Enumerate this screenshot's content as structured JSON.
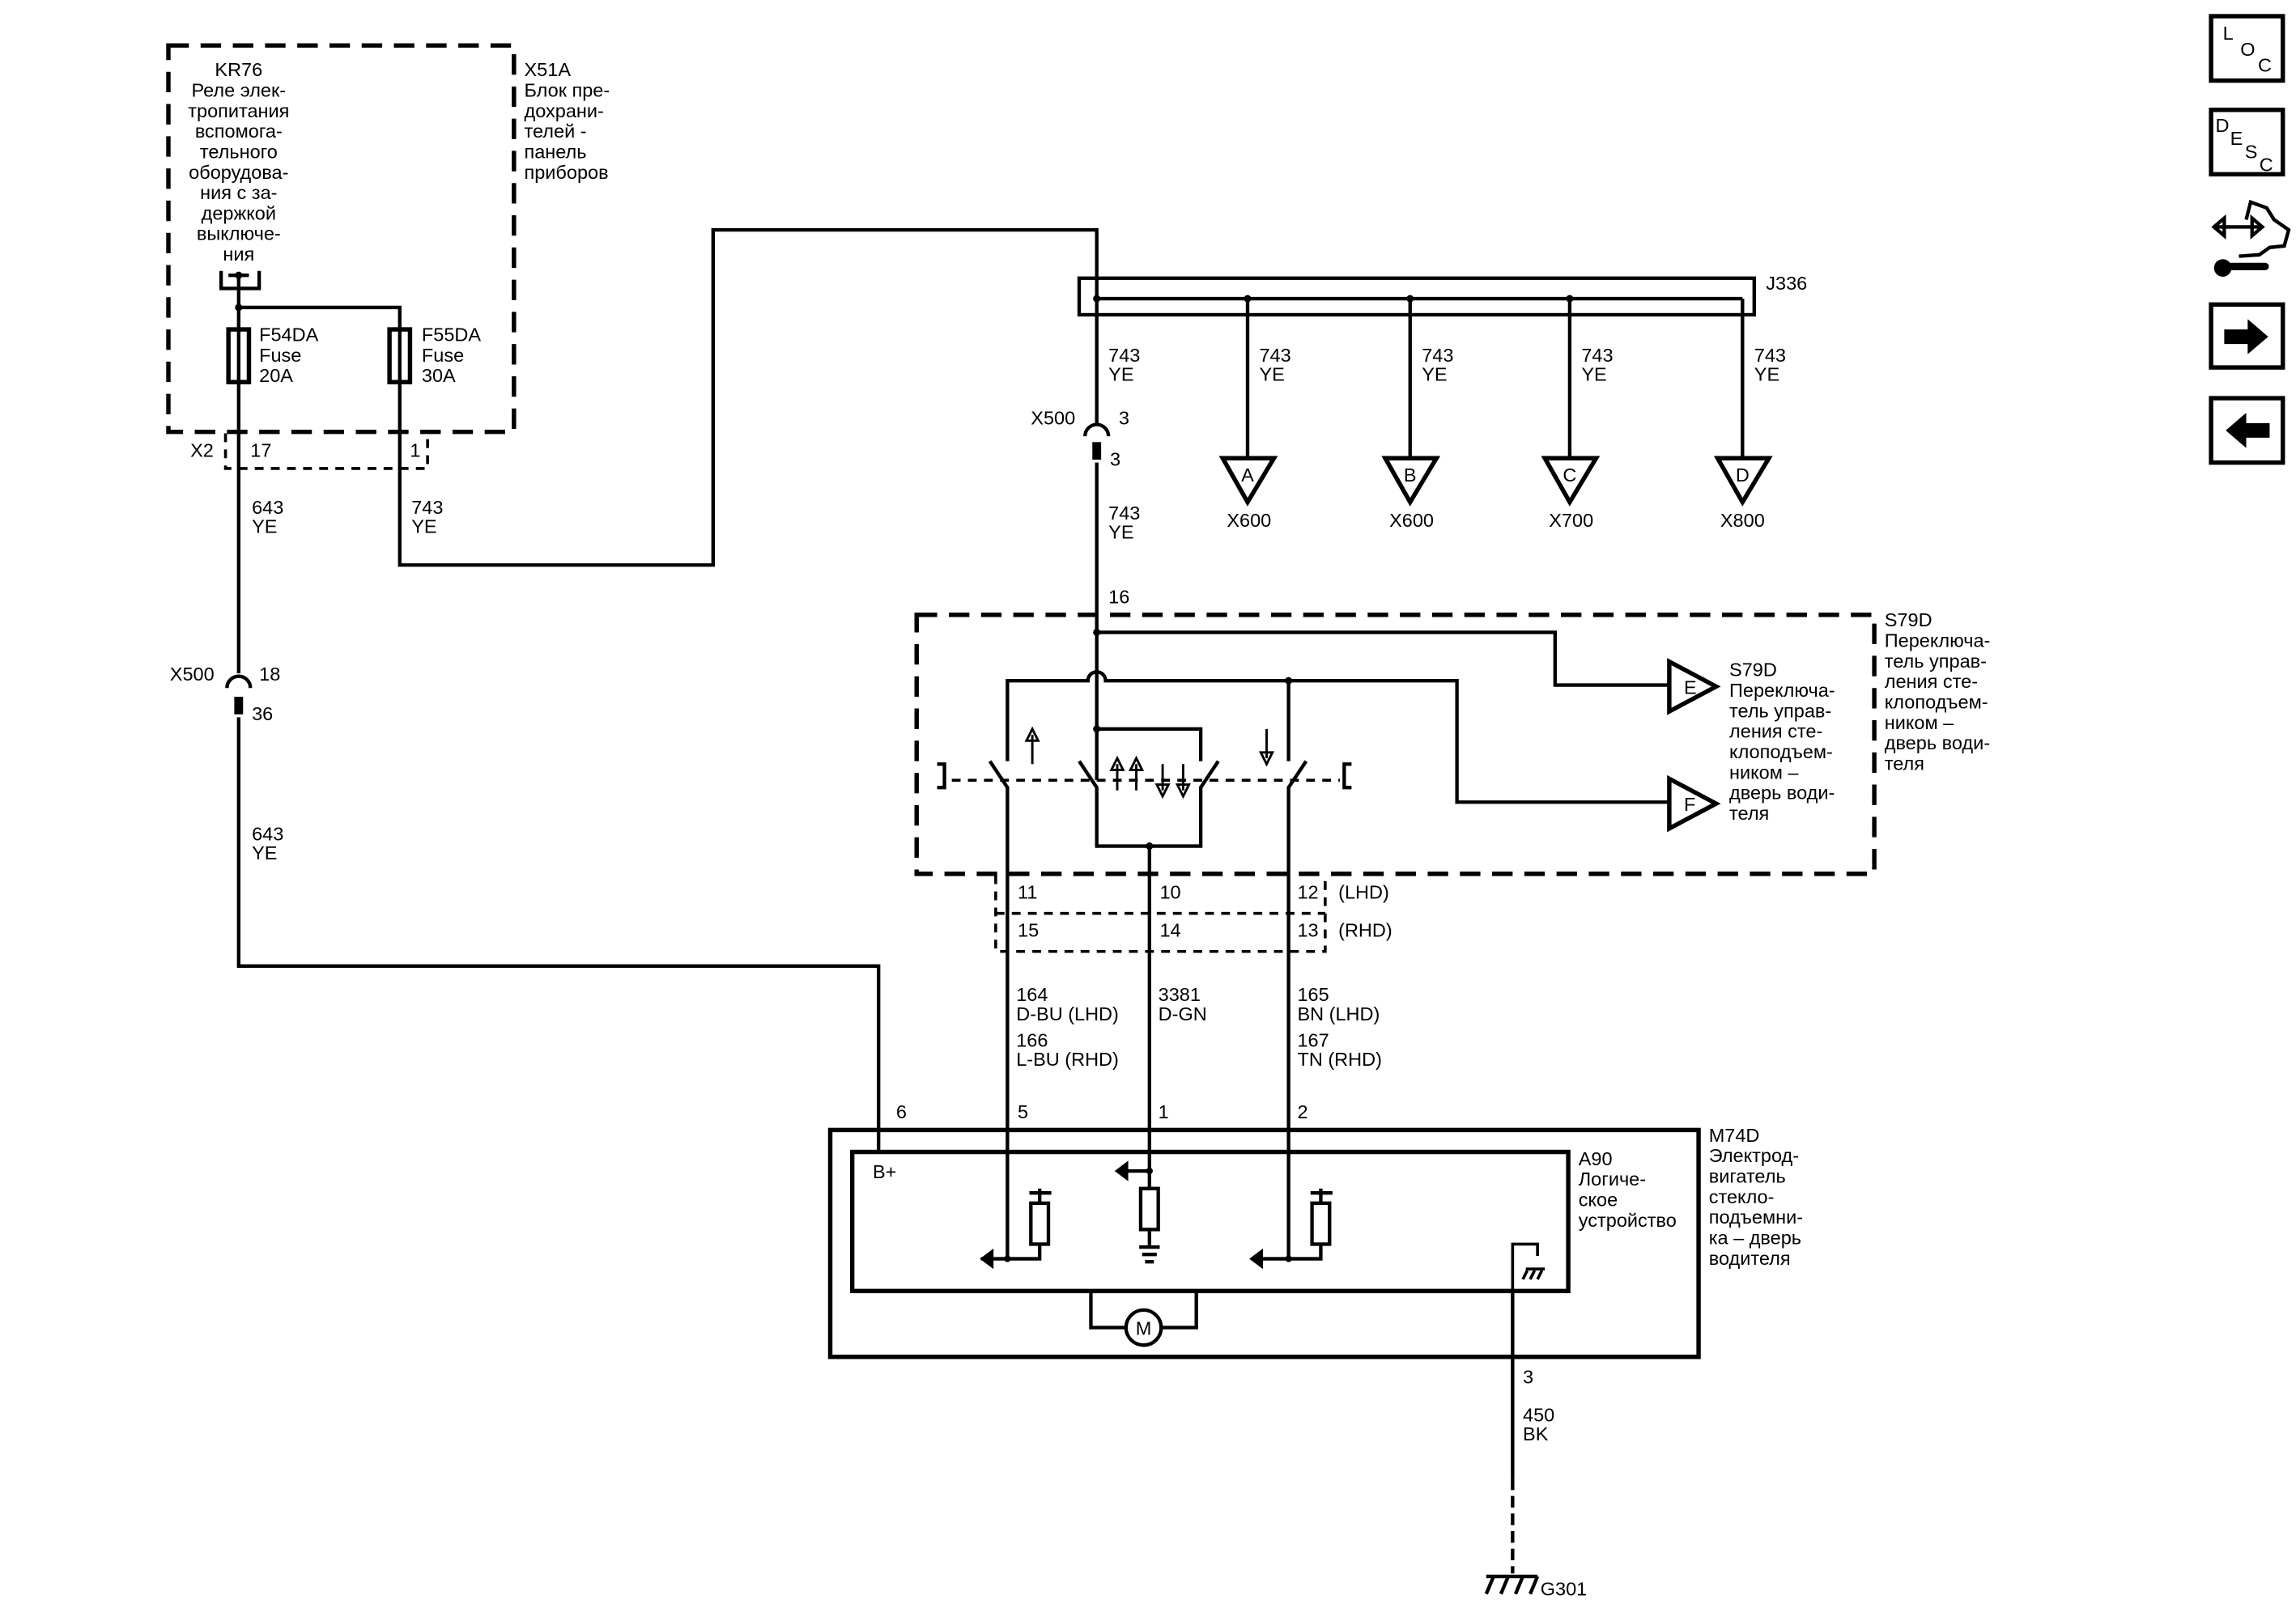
{
  "x51a": {
    "id": "X51A",
    "lines": [
      "Блок пре-",
      "дохрани-",
      "телей -",
      "панель",
      "приборов"
    ]
  },
  "kr76": {
    "id": "KR76",
    "lines": [
      "Реле элек-",
      "тропитания",
      "вспомога-",
      "тельного",
      "оборудова-",
      "ния с за-",
      "держкой",
      "выключе-",
      "ния"
    ]
  },
  "fuses": [
    {
      "id": "F54DA",
      "type": "Fuse",
      "rating": "20A"
    },
    {
      "id": "F55DA",
      "type": "Fuse",
      "rating": "30A"
    }
  ],
  "x2": {
    "label": "X2",
    "pin_a": "17",
    "pin_b": "1"
  },
  "wires": {
    "w643": {
      "circuit": "643",
      "color": "YE"
    },
    "w743": {
      "circuit": "743",
      "color": "YE"
    },
    "w164": {
      "circuit": "164",
      "color": "D-BU (LHD)"
    },
    "w166": {
      "circuit": "166",
      "color": "L-BU (RHD)"
    },
    "w3381": {
      "circuit": "3381",
      "color": "D-GN"
    },
    "w165": {
      "circuit": "165",
      "color": "BN (LHD)"
    },
    "w167": {
      "circuit": "167",
      "color": "TN (RHD)"
    },
    "w450": {
      "circuit": "450",
      "color": "BK"
    }
  },
  "x500_left": {
    "label": "X500",
    "pin_top": "18",
    "pin_bottom": "36"
  },
  "x500_mid": {
    "label": "X500",
    "pin_top": "3",
    "pin_bottom": "3"
  },
  "j336": {
    "id": "J336"
  },
  "refs": [
    {
      "letter": "A",
      "connector": "X600"
    },
    {
      "letter": "B",
      "connector": "X600"
    },
    {
      "letter": "C",
      "connector": "X700"
    },
    {
      "letter": "D",
      "connector": "X800"
    }
  ],
  "s79d": {
    "id": "S79D",
    "pin_in": "16",
    "lines": [
      "Переключа-",
      "тель управ-",
      "ления сте-",
      "клоподъем-",
      "ником –",
      "дверь води-",
      "теля"
    ]
  },
  "s79d_refs": [
    {
      "letter": "E"
    },
    {
      "letter": "F"
    }
  ],
  "s79d_pins": {
    "lhd": [
      "11",
      "10",
      "12"
    ],
    "rhd": [
      "15",
      "14",
      "13"
    ],
    "lhd_label": "(LHD)",
    "rhd_label": "(RHD)"
  },
  "m74d": {
    "id": "M74D",
    "lines": [
      "Электрод-",
      "вигатель",
      "стекло-",
      "подъемни-",
      "ка – дверь",
      "водителя"
    ],
    "pins": [
      "6",
      "5",
      "1",
      "2"
    ],
    "ground_pin": "3"
  },
  "a90": {
    "id": "A90",
    "lines": [
      "Логиче-",
      "ское",
      "устройство"
    ],
    "bplus": "B+",
    "motor": "M"
  },
  "ground": {
    "id": "G301"
  },
  "nav": {
    "loc": [
      "L",
      "O",
      "C"
    ],
    "desc": [
      "D",
      "E",
      "S",
      "C"
    ]
  }
}
